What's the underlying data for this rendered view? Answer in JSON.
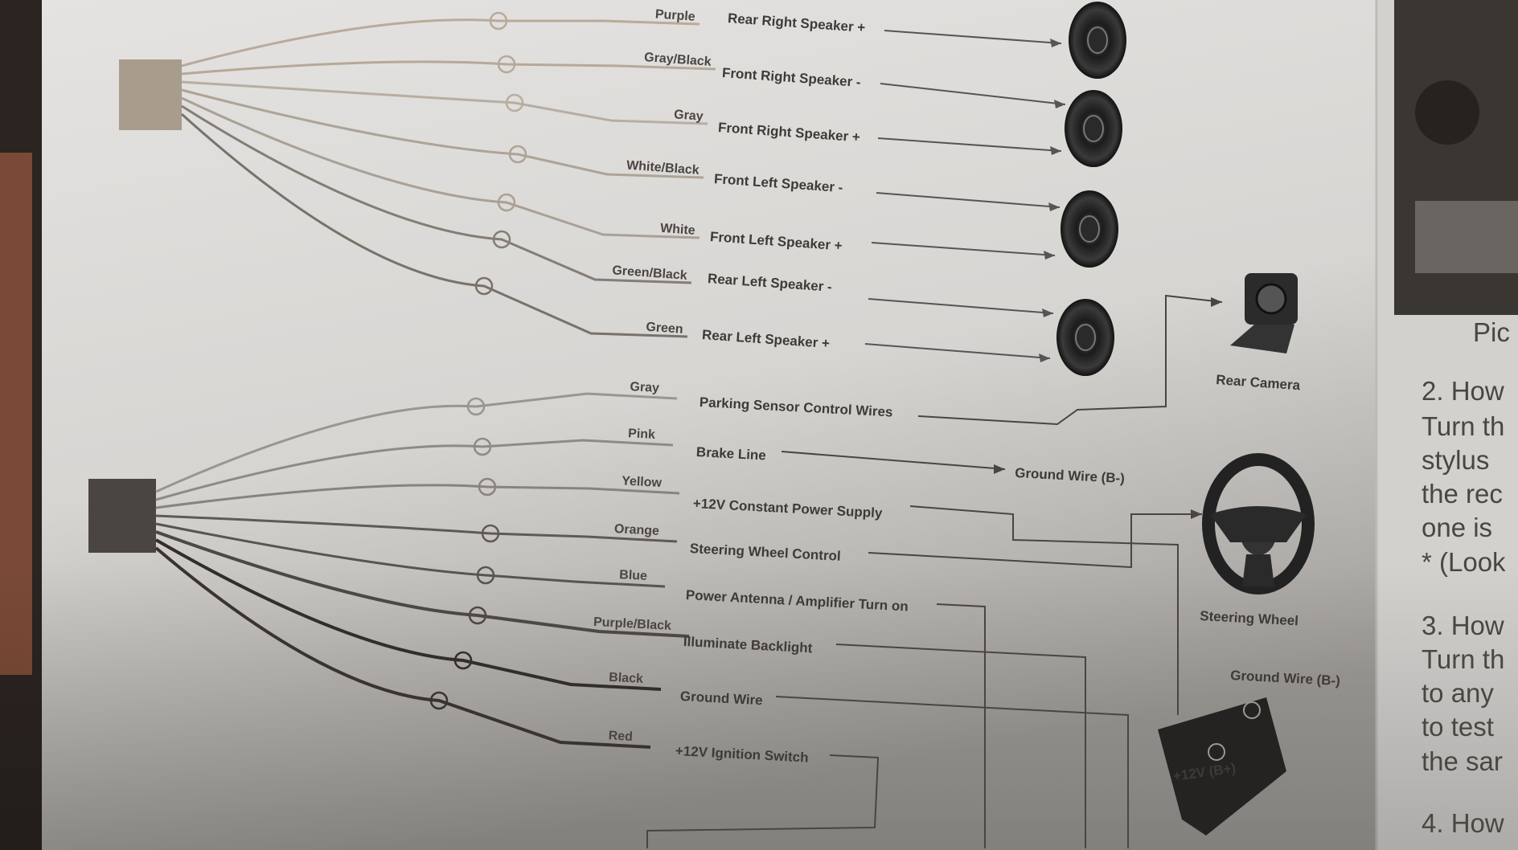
{
  "speaker_wires": [
    {
      "color": "Purple",
      "function": "Rear Right Speaker +"
    },
    {
      "color": "Gray/Black",
      "function": "Front Right Speaker -"
    },
    {
      "color": "Gray",
      "function": "Front Right Speaker +"
    },
    {
      "color": "White/Black",
      "function": "Front Left Speaker -"
    },
    {
      "color": "White",
      "function": "Front Left Speaker +"
    },
    {
      "color": "Green/Black",
      "function": "Rear Left Speaker -"
    },
    {
      "color": "Green",
      "function": "Rear Left Speaker +"
    }
  ],
  "power_wires": [
    {
      "color": "Gray",
      "function": "Parking Sensor Control Wires"
    },
    {
      "color": "Pink",
      "function": "Brake Line"
    },
    {
      "color": "Yellow",
      "function": "+12V Constant Power Supply"
    },
    {
      "color": "Orange",
      "function": "Steering Wheel Control"
    },
    {
      "color": "Blue",
      "function": "Power Antenna / Amplifier Turn on"
    },
    {
      "color": "Purple/Black",
      "function": "Illuminate Backlight"
    },
    {
      "color": "Black",
      "function": "Ground Wire"
    },
    {
      "color": "Red",
      "function": "+12V Ignition Switch"
    }
  ],
  "devices": {
    "rear_camera": "Rear Camera",
    "brake_ground": "Ground Wire (B-)",
    "steering_wheel": "Steering Wheel",
    "battery_ground": "Ground Wire (B-)",
    "battery_positive": "+12V (B+)"
  },
  "right_page": {
    "caption": "Pic",
    "lines": [
      "2. How",
      "Turn th",
      "stylus",
      "the rec",
      "one is",
      "* (Look",
      "3. How",
      "Turn th",
      "to any",
      "to test",
      "the sar",
      "4. How"
    ]
  }
}
